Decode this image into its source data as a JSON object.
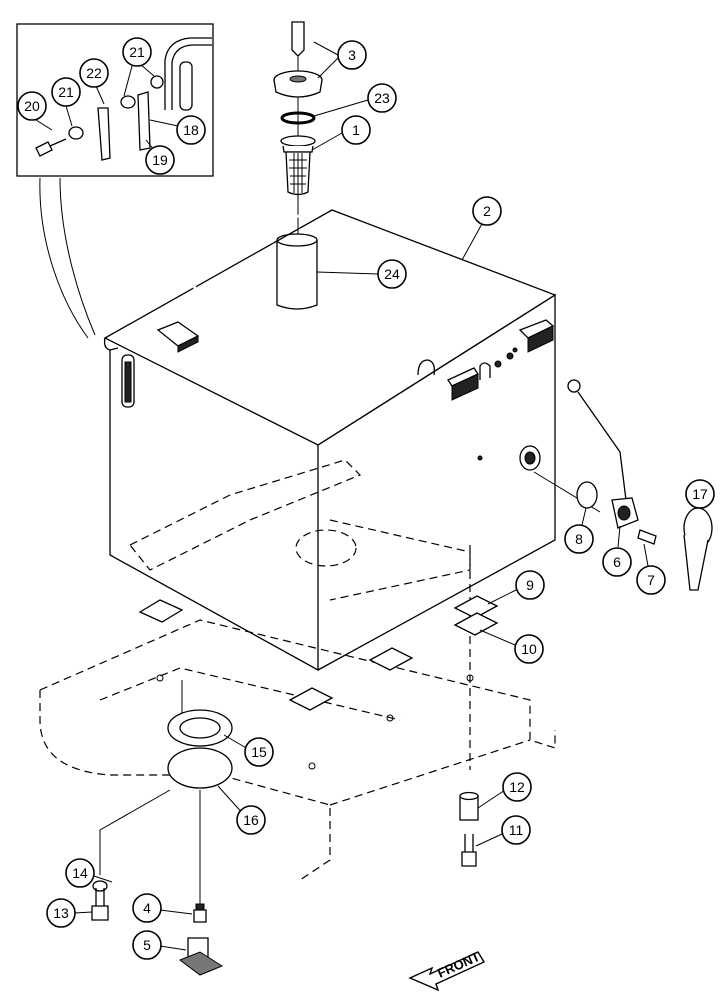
{
  "diagram": {
    "callouts": [
      {
        "id": "c1",
        "label": "1"
      },
      {
        "id": "c2",
        "label": "2"
      },
      {
        "id": "c3",
        "label": "3"
      },
      {
        "id": "c4",
        "label": "4"
      },
      {
        "id": "c5",
        "label": "5"
      },
      {
        "id": "c6",
        "label": "6"
      },
      {
        "id": "c7",
        "label": "7"
      },
      {
        "id": "c8",
        "label": "8"
      },
      {
        "id": "c9",
        "label": "9"
      },
      {
        "id": "c10",
        "label": "10"
      },
      {
        "id": "c11",
        "label": "11"
      },
      {
        "id": "c12",
        "label": "12"
      },
      {
        "id": "c13",
        "label": "13"
      },
      {
        "id": "c14",
        "label": "14"
      },
      {
        "id": "c15",
        "label": "15"
      },
      {
        "id": "c16",
        "label": "16"
      },
      {
        "id": "c17",
        "label": "17"
      },
      {
        "id": "c18",
        "label": "18"
      },
      {
        "id": "c19",
        "label": "19"
      },
      {
        "id": "c20",
        "label": "20"
      },
      {
        "id": "c21a",
        "label": "21"
      },
      {
        "id": "c21b",
        "label": "21"
      },
      {
        "id": "c22",
        "label": "22"
      },
      {
        "id": "c23",
        "label": "23"
      },
      {
        "id": "c24",
        "label": "24"
      }
    ],
    "direction_arrow": {
      "label": "FRONT"
    }
  }
}
